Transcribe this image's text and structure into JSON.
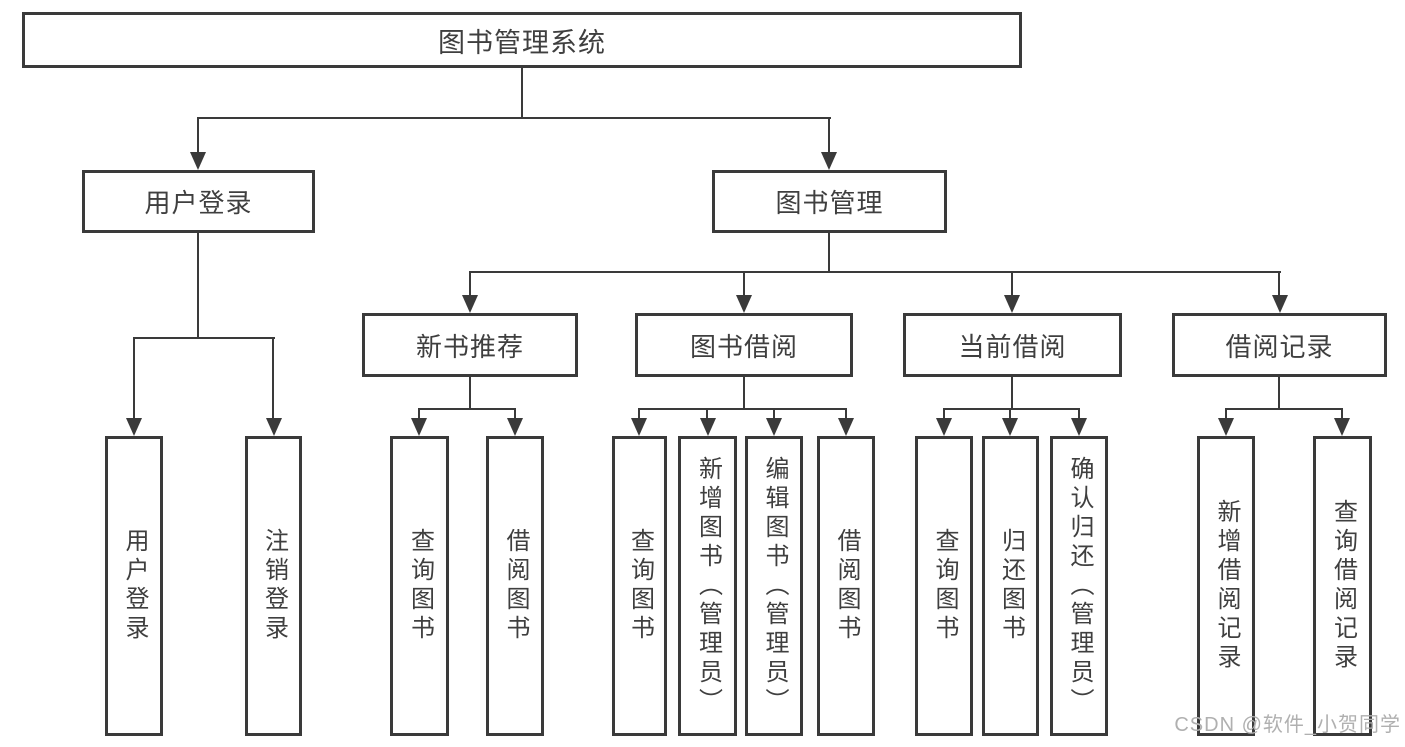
{
  "diagram": {
    "root": {
      "label": "图书管理系统"
    },
    "branches": {
      "login": {
        "label": "用户登录",
        "children": [
          {
            "label": "用户登录"
          },
          {
            "label": "注销登录"
          }
        ]
      },
      "management": {
        "label": "图书管理",
        "children": [
          {
            "label": "新书推荐",
            "children": [
              {
                "label": "查询图书"
              },
              {
                "label": "借阅图书"
              }
            ]
          },
          {
            "label": "图书借阅",
            "children": [
              {
                "label": "查询图书"
              },
              {
                "label": "新增图书（管理员）"
              },
              {
                "label": "编辑图书（管理员）"
              },
              {
                "label": "借阅图书"
              }
            ]
          },
          {
            "label": "当前借阅",
            "children": [
              {
                "label": "查询图书"
              },
              {
                "label": "归还图书"
              },
              {
                "label": "确认归还（管理员）"
              }
            ]
          },
          {
            "label": "借阅记录",
            "children": [
              {
                "label": "新增借阅记录"
              },
              {
                "label": "查询借阅记录"
              }
            ]
          }
        ]
      }
    }
  },
  "watermark": {
    "text": "CSDN @软件_小贺同学"
  },
  "colors": {
    "line": "#3a3a3a",
    "box_border": "#3a3a3a",
    "text": "#3f3f3f",
    "background": "#ffffff",
    "watermark": "#b0b0b0"
  }
}
